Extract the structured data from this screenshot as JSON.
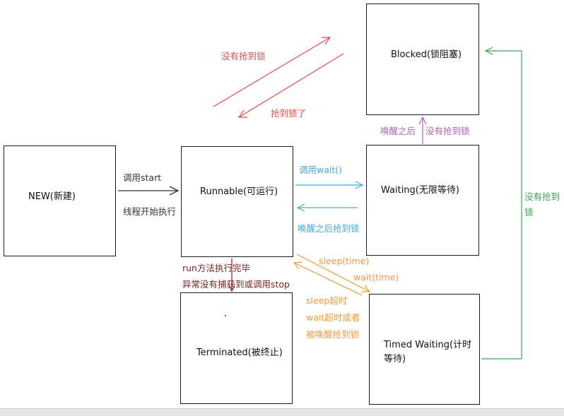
{
  "states": {
    "new": "NEW(新建)",
    "runnable": "Runnable(可运行)",
    "blocked": "Blocked(锁阻塞)",
    "waiting": "Waiting(无限等待)",
    "terminated": "Terminated(被终止)",
    "timed_waiting": "Timed Waiting(计时等待)"
  },
  "transitions": {
    "call_start": "调用start",
    "thread_begin": "线程开始执行",
    "no_lock_to_blocked": "没有抢到锁",
    "got_lock": "抢到锁了",
    "call_wait": "调用wait()",
    "wake_get_lock": "唤醒之后抢到锁",
    "wake_after": "唤醒之后",
    "no_lock_from_waiting": "没有抢到锁",
    "no_lock_from_timed": "没有抢到锁",
    "sleep_time": "sleep(time)",
    "wait_time": "wait(time)",
    "sleep_timeout": "sleep超时",
    "wait_timeout": "wait超时或者",
    "woken_get_lock": "被唤醒抢到锁",
    "run_done": "run方法执行完毕",
    "exception": "异常没有捕获到或调用stop"
  },
  "colors": {
    "red": "#e0504a",
    "blue": "#4aa6d8",
    "orange": "#f29a3a",
    "purple": "#b45fb4",
    "green": "#3aa35a",
    "dark": "#333333"
  }
}
